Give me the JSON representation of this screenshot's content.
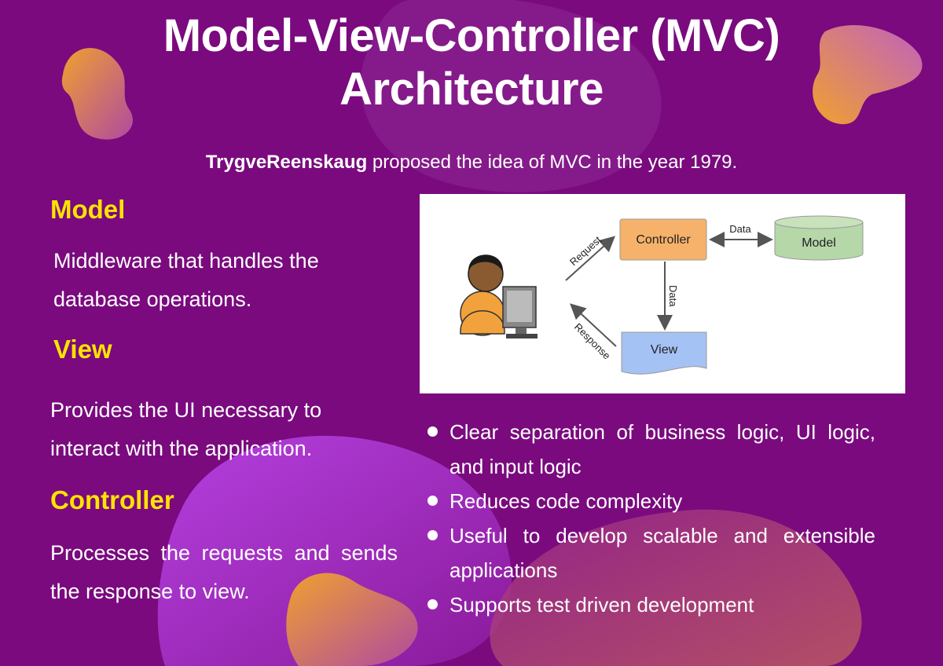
{
  "title": {
    "line1": "Model-View-Controller (MVC)",
    "line2": "Architecture"
  },
  "subtitle": {
    "name": "TrygveReenskaug",
    "text": " proposed the idea of MVC in the year 1979."
  },
  "sections": {
    "model": {
      "heading": "Model",
      "line1": "Middleware that handles the",
      "line2": "database operations."
    },
    "view": {
      "heading": "View",
      "line1": "Provides the UI necessary to",
      "line2": "interact with the application."
    },
    "controller": {
      "heading": "Controller",
      "line1": "Processes the requests and sends",
      "line2": "the response to view."
    }
  },
  "diagram": {
    "controller_label": "Controller",
    "model_label": "Model",
    "view_label": "View",
    "data_label_top": "Data",
    "data_label_vertical": "Data",
    "request_label": "Request",
    "response_label": "Response"
  },
  "bullets": [
    "Clear separation of  business logic, UI logic, and input logic",
    "Reduces code complexity",
    "Useful to develop scalable and extensible applications",
    "Supports test driven development"
  ],
  "colors": {
    "background": "#7a0a7e",
    "heading": "#ffe300",
    "controller_box": "#f6b26b",
    "model_box": "#b6d7a8",
    "view_box": "#a4c2f4"
  }
}
